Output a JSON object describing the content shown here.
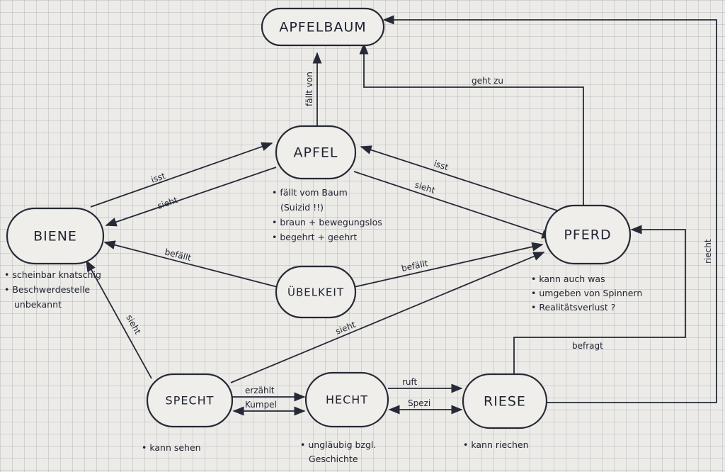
{
  "nodes": {
    "apfelbaum": "APFELBAUM",
    "apfel": "APFEL",
    "biene": "BIENE",
    "pferd": "PFERD",
    "uebelkeit": "ÜBELKEIT",
    "specht": "SPECHT",
    "hecht": "HECHT",
    "riese": "RIESE"
  },
  "edges": {
    "faellt_von": "fällt von",
    "geht_zu": "geht zu",
    "biene_isst": "isst",
    "biene_sieht": "sieht",
    "pferd_isst": "isst",
    "pferd_sieht": "sieht",
    "befaellt_biene": "befällt",
    "befaellt_pferd": "befällt",
    "specht_sieht_biene": "sieht",
    "specht_sieht_pferd": "sieht",
    "erzaehlt": "erzählt",
    "kumpel": "Kumpel",
    "ruft": "ruft",
    "spezi": "Spezi",
    "befragt": "befragt",
    "riecht": "riecht"
  },
  "notes": {
    "apfel": [
      "• fällt vom Baum",
      "(Suizid !!)",
      "• braun + bewegungslos",
      "• begehrt + geehrt"
    ],
    "biene": [
      "• scheinbar knatschig",
      "• Beschwerdestelle",
      "unbekannt"
    ],
    "pferd": [
      "• kann auch was",
      "• umgeben von Spinnern",
      "• Realitätsverlust ?"
    ],
    "specht": [
      "• kann sehen"
    ],
    "hecht": [
      "• ungläubig bzgl.",
      "Geschichte"
    ],
    "riese": [
      "• kann riechen"
    ]
  }
}
